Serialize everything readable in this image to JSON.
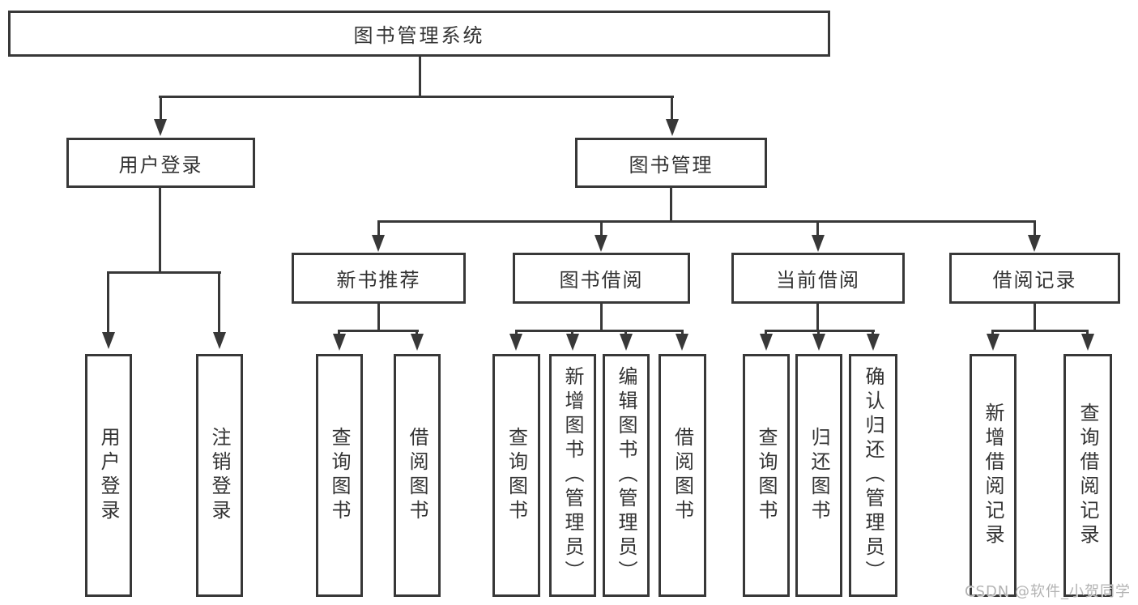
{
  "diagram_title": "图书管理系统",
  "level2": [
    {
      "label": "用户登录"
    },
    {
      "label": "图书管理"
    }
  ],
  "level3": [
    {
      "label": "新书推荐"
    },
    {
      "label": "图书借阅"
    },
    {
      "label": "当前借阅"
    },
    {
      "label": "借阅记录"
    }
  ],
  "leaves": {
    "login": [
      {
        "label": "用户登录"
      },
      {
        "label": "注销登录"
      }
    ],
    "recommend": [
      {
        "label": "查询图书"
      },
      {
        "label": "借阅图书"
      }
    ],
    "borrow": [
      {
        "label": "查询图书"
      },
      {
        "label": "新增图书（管理员）"
      },
      {
        "label": "编辑图书（管理员）"
      },
      {
        "label": "借阅图书"
      }
    ],
    "current": [
      {
        "label": "查询图书"
      },
      {
        "label": "归还图书"
      },
      {
        "label": "确认归还（管理员）"
      }
    ],
    "records": [
      {
        "label": "新增借阅记录"
      },
      {
        "label": "查询借阅记录"
      }
    ]
  },
  "watermark": {
    "label": "CSDN @软件_小贺同学"
  },
  "colors": {
    "line": "#383838",
    "text": "#333333",
    "background": "#ffffff",
    "watermark": "#b3b3b3"
  }
}
